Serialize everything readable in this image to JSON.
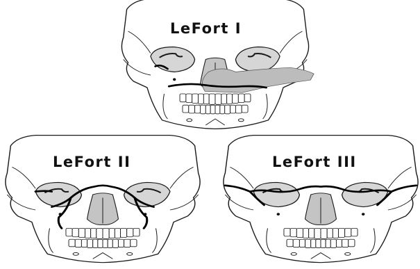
{
  "labels": {
    "lefort_1": "LeFort I",
    "lefort_2": "LeFort II",
    "lefort_3": "LeFort III"
  },
  "colors": {
    "background": "#ffffff",
    "outline": "#1a1a1a",
    "fracture_line": "#000000",
    "shaded_bone": "#bcbcbc"
  }
}
